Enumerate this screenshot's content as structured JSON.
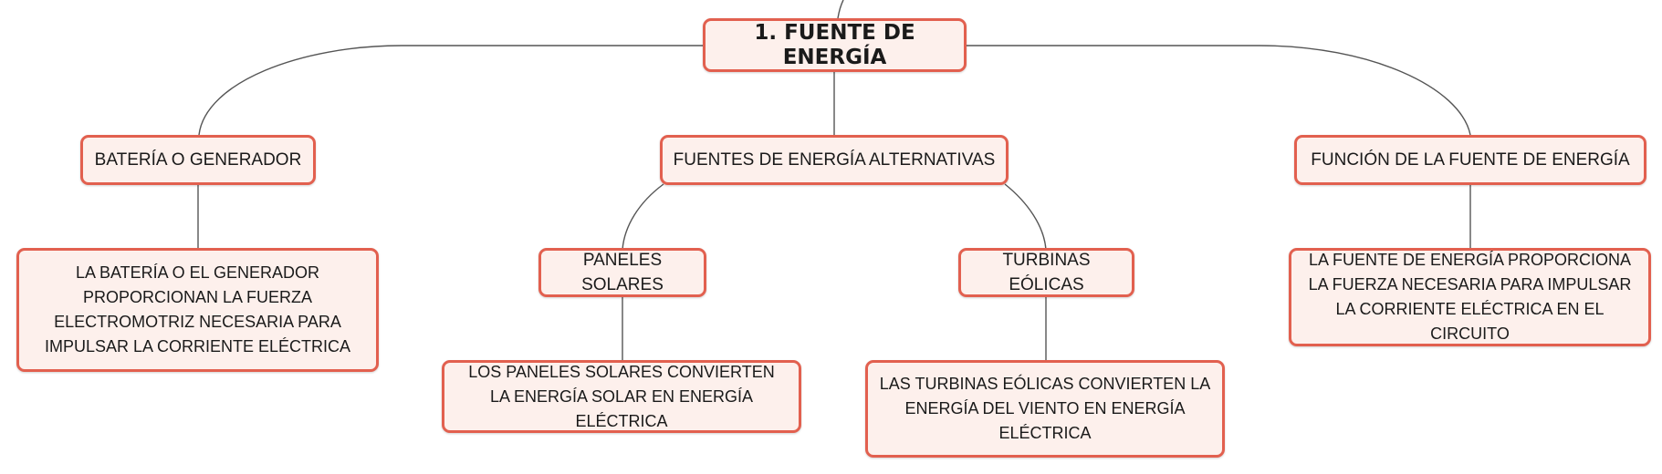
{
  "mindmap": {
    "root": {
      "label": "1. FUENTE DE ENERGÍA"
    },
    "branches": [
      {
        "label": "BATERÍA O GENERADOR",
        "detail": "LA BATERÍA O EL GENERADOR PROPORCIONAN LA FUERZA ELECTROMOTRIZ NECESARIA PARA IMPULSAR LA CORRIENTE ELÉCTRICA"
      },
      {
        "label": "FUENTES DE ENERGÍA ALTERNATIVAS",
        "children": [
          {
            "label": "PANELES SOLARES",
            "detail": "LOS PANELES SOLARES CONVIERTEN LA ENERGÍA SOLAR EN ENERGÍA ELÉCTRICA"
          },
          {
            "label": "TURBINAS EÓLICAS",
            "detail": "LAS TURBINAS EÓLICAS CONVIERTEN LA ENERGÍA DEL VIENTO EN ENERGÍA ELÉCTRICA"
          }
        ]
      },
      {
        "label": "FUNCIÓN DE LA FUENTE DE ENERGÍA",
        "detail": "LA FUENTE DE ENERGÍA PROPORCIONA LA FUERZA NECESARIA PARA IMPULSAR LA CORRIENTE ELÉCTRICA EN EL CIRCUITO"
      }
    ],
    "colors": {
      "node_border": "#e2604f",
      "node_fill": "#fdf0ec",
      "connector": "#555555",
      "text": "#1a1a1a"
    }
  }
}
